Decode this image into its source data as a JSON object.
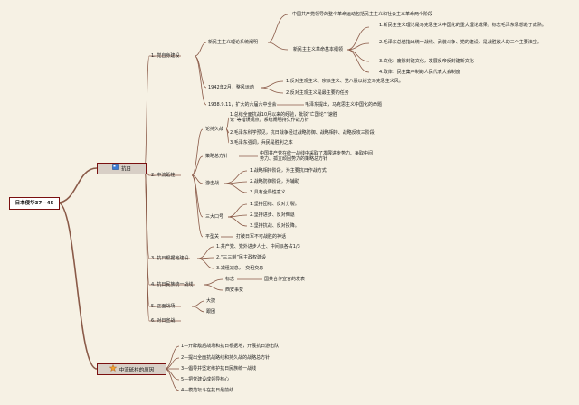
{
  "root": "日本侵华37—45",
  "main1": {
    "label": "抗日",
    "icon": "flag-icon",
    "children": {
      "c1": {
        "label": "1. 党自身建设",
        "theory": {
          "label": "新民主主义理论系统阐明",
          "intro": "中国共产党领导的整个革命运动包括民主主义和社会主义革命两个阶段",
          "basic": {
            "label": "新民主主义革命基本纲领",
            "items": [
              "1.新民主主义理论是马克思主义中国化的重大理论成果，标志毛泽东思想趋于成熟。",
              "2.毛泽东总结指出统一战线、武装斗争、党的建设，是战胜敌人的三个主要法宝。",
              "3.文化：废除封建文化，发展反帝反封建新文化",
              "4.政体：民主集中制的人民代表大会制度"
            ]
          }
        },
        "rect": {
          "label": "1942年2月，整风运动",
          "items": [
            "1.反对主观主义、宗派主义、党八股以树立马克思主义风。",
            "2.反对主观主义是最主要的任务"
          ]
        },
        "plenum": {
          "label": "1938.9.11，扩大的六届六中全会",
          "note": "毛泽东提出，马克思主义中国化的命题"
        }
      },
      "c2": {
        "label": "2. 中流砥柱",
        "protracted": {
          "label": "论持久战",
          "items": [
            "1.总结全面抗战10月以来的经验，批驳“亡国论”“速胜论”等错误观点，系统阐明持久作战方针",
            "2.毛泽东科学预见，抗日战争经过战略防御、战略相持、战略反攻三阶段",
            "3.毛泽东强调，兵民是胜利之本"
          ]
        },
        "policy": {
          "label": "策略总方针",
          "text": "中国共产党在统一战线中采取了发展进步势力、争取中间势力、孤立顽固势力的策略总方针"
        },
        "guerrilla": {
          "label": "游击战",
          "items": [
            "1.战略相持阶段，为主要抗日作战方式",
            "2.战略防御阶段，为辅助",
            "3.具有全局性意义"
          ]
        },
        "slogans": {
          "label": "三大口号",
          "items": [
            "1.坚持团结、反对分裂。",
            "2.坚持进步、反对倒退",
            "3.坚持抗战、反对投降。"
          ]
        },
        "pingxing": {
          "label": "平型关",
          "note": "打破日军不可战胜的神话"
        }
      },
      "c3": {
        "label": "3. 抗日根据地建设",
        "items": [
          "1.共产党、党外进步人士、中间派各占1/3",
          "2.“三三制”民主政权建设",
          "3.减租减息，，交租交息"
        ]
      },
      "c4": {
        "label": "4. 抗日民族统一战线",
        "items": [
          {
            "label": "标志",
            "note": "国共合作宣言的发表"
          },
          {
            "label": "西安事变",
            "note": ""
          }
        ]
      },
      "c5": {
        "label": "5. 正面战场",
        "items": [
          "大捷",
          "跟团"
        ]
      },
      "c6": {
        "label": "6. 对日宣战"
      }
    }
  },
  "main2": {
    "label": "中流砥柱的原因",
    "icon": "star-icon",
    "items": [
      "1—开辟敌后战场和抗日根据地，开展抗日游击队",
      "2—提出全面抗战路线和持久战的战略总方针",
      "3—倡导并坚定维护抗日民族统一战线",
      "5—把党建设成领导核心",
      "4—模范坛斗在抗日最前线"
    ]
  },
  "colors": {
    "background": "#f6f1e4",
    "line": "#8a5a48",
    "main_fill": "#d8cfc6",
    "main_border": "#7a1010",
    "root_border": "#7a1010"
  }
}
